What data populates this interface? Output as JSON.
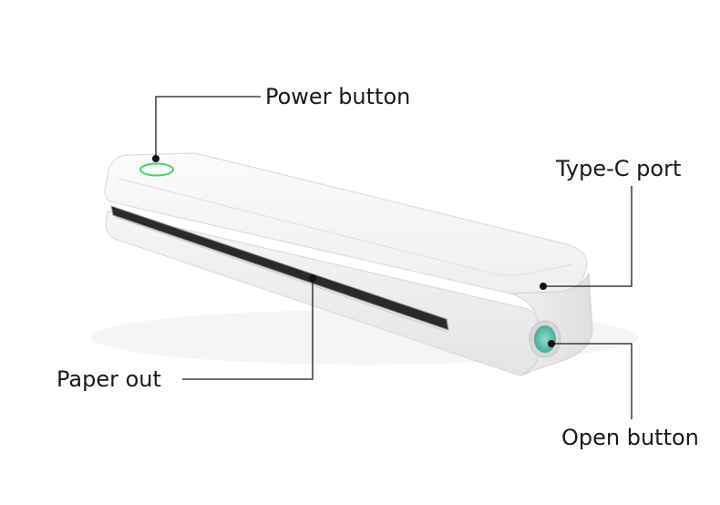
{
  "labels": {
    "power_button": "Power button",
    "type_c_port": "Type-C port",
    "paper_out": "Paper out",
    "open_button": "Open button"
  },
  "colors": {
    "power_ring": "#49d46a",
    "open_button": "#5fc2ac",
    "leader_line": "#1a1a1a",
    "device_body": "#f4f4f4"
  },
  "icons": {
    "device": "portable-printer-illustration"
  }
}
